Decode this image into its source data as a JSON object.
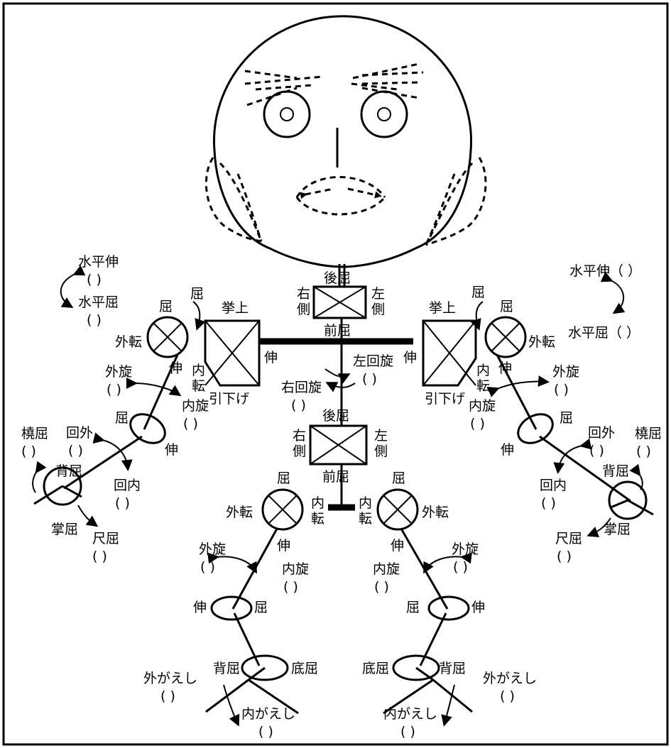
{
  "labels": {
    "neck_back": "後屈",
    "neck_front": "前屈",
    "neck_right": "右\n側",
    "neck_left": "左\n側",
    "trunk_back": "後屈",
    "trunk_front": "前屈",
    "trunk_right": "右\n側",
    "trunk_left": "左\n側",
    "trunk_rot_left": "左回旋",
    "trunk_rot_left_p": "(   )",
    "trunk_rot_right": "右回旋",
    "trunk_rot_right_p": "(   )",
    "r_sh_hext": "水平伸",
    "r_sh_hext_p": "(   )",
    "r_sh_hflex": "水平屈",
    "r_sh_hflex_p": "(   )",
    "r_shbl_flex": "屈",
    "r_sh_flex": "屈",
    "r_sh_abd": "外転",
    "r_sh_ext": "伸",
    "r_sh_add": "内\n転",
    "r_scap_up": "挙上",
    "r_scap_down": "引下げ",
    "r_scap_ext": "伸",
    "r_sh_erot": "外旋",
    "r_sh_erot_p": "(   )",
    "r_sh_irot": "内旋",
    "r_sh_irot_p": "(   )",
    "r_el_flex": "屈",
    "r_el_ext": "伸",
    "r_fa_sup": "回外",
    "r_fa_sup_p": "(   )",
    "r_fa_pro": "回内",
    "r_fa_pro_p": "(   )",
    "r_wr_radial": "橈屈",
    "r_wr_radial_p": "(   )",
    "r_wr_dorsi": "背屈",
    "r_wr_palmar": "掌屈",
    "r_wr_ulnar": "尺屈",
    "r_wr_ulnar_p": "(   )",
    "l_sh_hext": "水平伸（   ）",
    "l_sh_hflex": "水平屈（   ）",
    "l_shbl_flex": "屈",
    "l_sh_flex": "屈",
    "l_sh_abd": "外転",
    "l_sh_add": "内\n転",
    "l_sh_ext": "伸",
    "l_scap_up": "挙上",
    "l_scap_down": "引下げ",
    "l_scap_ext": "伸",
    "l_sh_erot": "外旋",
    "l_sh_erot_p": "(   )",
    "l_sh_irot": "内旋",
    "l_sh_irot_p": "(   )",
    "l_el_flex": "屈",
    "l_el_ext": "伸",
    "l_fa_sup": "回外",
    "l_fa_sup_p": "(   )",
    "l_fa_pro": "回内",
    "l_fa_pro_p": "(   )",
    "l_wr_radial": "橈屈",
    "l_wr_radial_p": "(   )",
    "l_wr_dorsi": "背屈",
    "l_wr_palmar": "掌屈",
    "l_wr_ulnar": "尺屈",
    "l_wr_ulnar_p": "(   )",
    "r_hip_flex": "屈",
    "r_hip_abd": "外転",
    "r_hip_add": "内\n転",
    "r_hip_ext": "伸",
    "r_hip_erot": "外旋",
    "r_hip_erot_p": "(   )",
    "r_hip_irot": "内旋",
    "r_hip_irot_p": "(   )",
    "r_knee_ext": "伸",
    "r_knee_flex": "屈",
    "r_ank_dorsi": "背屈",
    "r_ank_plantar": "底屈",
    "r_ft_ever": "外がえし",
    "r_ft_ever_p": "(   )",
    "r_ft_inv": "内がえし",
    "r_ft_inv_p": "(   )",
    "l_hip_flex": "屈",
    "l_hip_abd": "外転",
    "l_hip_add": "内\n転",
    "l_hip_ext": "伸",
    "l_hip_erot": "外旋",
    "l_hip_erot_p": "(   )",
    "l_hip_irot": "内旋",
    "l_hip_irot_p": "(   )",
    "l_knee_ext": "伸",
    "l_knee_flex": "屈",
    "l_ank_dorsi": "背屈",
    "l_ank_plantar": "底屈",
    "l_ft_ever": "外がえし",
    "l_ft_ever_p": "(   )",
    "l_ft_inv": "内がえし",
    "l_ft_inv_p": "(   )"
  }
}
